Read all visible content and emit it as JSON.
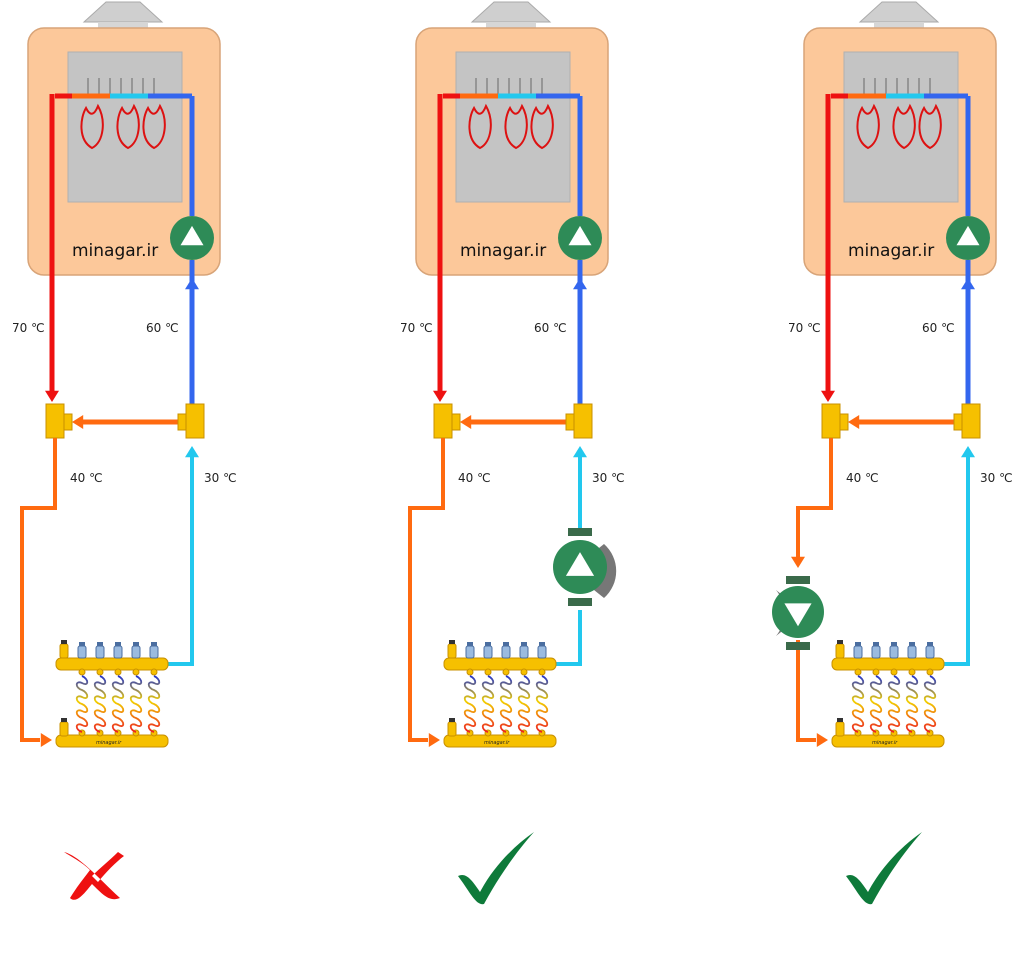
{
  "brand": "minagar.ir",
  "manifold_brand": "minagar.ir",
  "colors": {
    "hot": "#ee1111",
    "cold": "#3366ee",
    "mix": "#ff6a10",
    "return_cool": "#22c8ee",
    "boiler_body": "#fcc89a",
    "boiler_edge": "#d8a478",
    "chamber": "#c4c4c4",
    "pump": "#2e8b57",
    "fitting": "#f6c000",
    "flame": "#dd1111",
    "check": "#0e7a3a",
    "cross": "#ee1111"
  },
  "panels": [
    {
      "id": "no-pump",
      "temps": {
        "supply": "70 ℃",
        "return": "60 ℃",
        "mixed": "40 ℃",
        "floor_return": "30 ℃"
      },
      "secondary_pump": "none",
      "verdict": "wrong",
      "verdict_icon": "cross-icon"
    },
    {
      "id": "pump-on-return",
      "temps": {
        "supply": "70 ℃",
        "return": "60 ℃",
        "mixed": "40 ℃",
        "floor_return": "30 ℃"
      },
      "secondary_pump": "return",
      "verdict": "correct",
      "verdict_icon": "check-icon"
    },
    {
      "id": "pump-on-supply",
      "temps": {
        "supply": "70 ℃",
        "return": "60 ℃",
        "mixed": "40 ℃",
        "floor_return": "30 ℃"
      },
      "secondary_pump": "supply",
      "verdict": "correct",
      "verdict_icon": "check-icon"
    }
  ]
}
